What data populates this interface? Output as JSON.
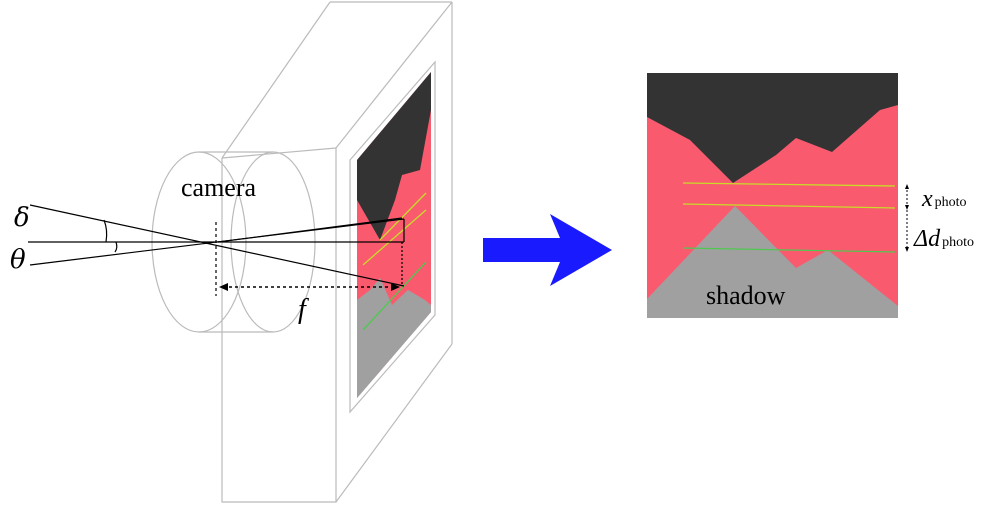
{
  "labels": {
    "camera": "camera",
    "delta": "δ",
    "theta": "θ",
    "focal": "f",
    "shadow": "shadow",
    "x_symbol": "x",
    "x_subscript": "photo",
    "dd_symbol": "Δd",
    "dd_subscript": "photo"
  },
  "colors": {
    "shadow_dark": "#333333",
    "lit_region": "#fa5a6e",
    "shadow_gray": "#a0a0a0",
    "scan_line_yellow": "#c8dc28",
    "scan_line_green": "#50c850",
    "arrow_blue": "#1a1aff",
    "outline": "#bbbbbb",
    "ray": "#000000"
  }
}
